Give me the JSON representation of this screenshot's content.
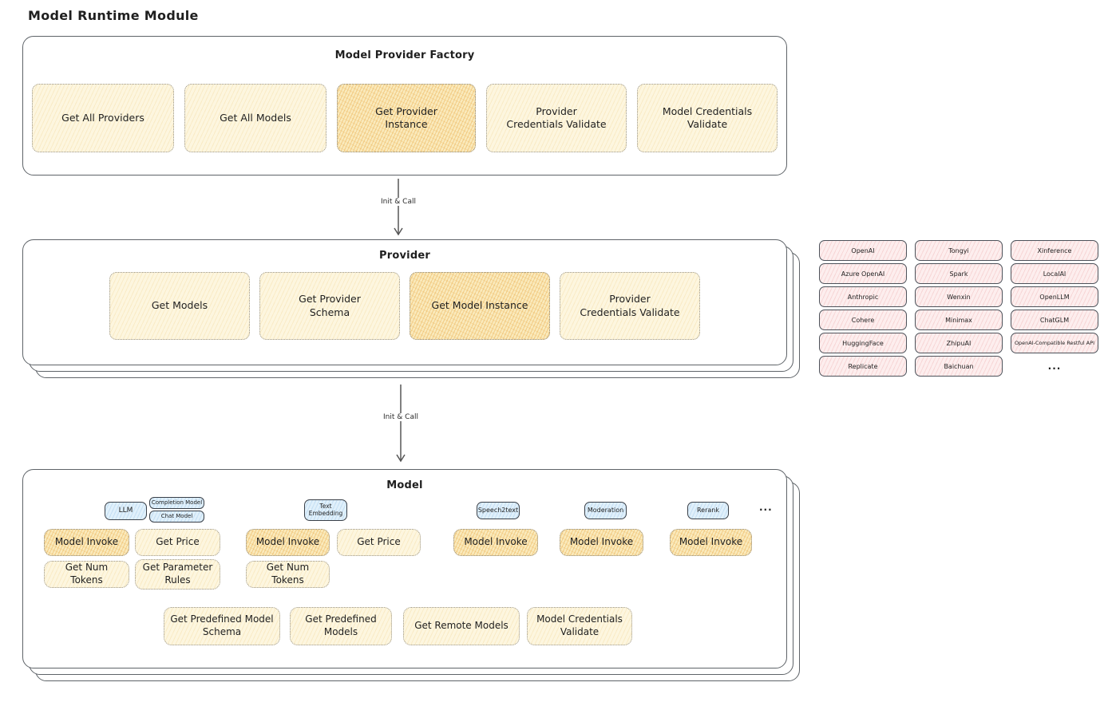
{
  "page_title": "Model Runtime Module",
  "colors": {
    "yellow_fill": "#fdf6df",
    "yellow_highlight": "#faeabc",
    "pink_fill": "#fdeeee",
    "blue_fill": "#e0f0fb",
    "panel_border": "#5e6368",
    "text": "#1f1f1f"
  },
  "factory": {
    "title": "Model Provider Factory",
    "buttons": [
      {
        "label": "Get All Providers",
        "highlighted": false
      },
      {
        "label": "Get All Models",
        "highlighted": false
      },
      {
        "label": "Get Provider Instance",
        "highlighted": true
      },
      {
        "label": "Provider Credentials Validate",
        "highlighted": false
      },
      {
        "label": "Model Credentials Validate",
        "highlighted": false
      }
    ]
  },
  "arrows": {
    "factory_to_provider": "Init & Call",
    "provider_to_model": "Init & Call"
  },
  "provider": {
    "title": "Provider",
    "buttons": [
      {
        "label": "Get Models",
        "highlighted": false
      },
      {
        "label": "Get Provider Schema",
        "highlighted": false
      },
      {
        "label": "Get Model Instance",
        "highlighted": true
      },
      {
        "label": "Provider Credentials Validate",
        "highlighted": false
      }
    ]
  },
  "provider_grid": {
    "items": [
      "OpenAI",
      "Tongyi",
      "Xinference",
      "Azure OpenAI",
      "Spark",
      "LocalAI",
      "Anthropic",
      "Wenxin",
      "OpenLLM",
      "Cohere",
      "Minimax",
      "ChatGLM",
      "HuggingFace",
      "ZhipuAI",
      "OpenAI-Compatible Restful API",
      "Replicate",
      "Baichuan"
    ],
    "more": "..."
  },
  "model": {
    "title": "Model",
    "tabs": {
      "llm": "LLM",
      "completion": "Completion Model",
      "chat": "Chat Model",
      "text_embedding": "Text Embedding",
      "speech2text": "Speech2text",
      "moderation": "Moderation",
      "rerank": "Rerank",
      "more": "..."
    },
    "buttons": {
      "llm_invoke": "Model Invoke",
      "llm_get_price": "Get Price",
      "llm_get_num_tokens": "Get Num Tokens",
      "llm_get_parameter_rules": "Get Parameter Rules",
      "te_invoke": "Model Invoke",
      "te_get_price": "Get Price",
      "te_get_num_tokens": "Get Num Tokens",
      "s2t_invoke": "Model Invoke",
      "moderation_invoke": "Model Invoke",
      "rerank_invoke": "Model Invoke",
      "get_predefined_model_schema": "Get Predefined Model Schema",
      "get_predefined_models": "Get Predefined Models",
      "get_remote_models": "Get Remote Models",
      "model_credentials_validate": "Model Credentials Validate"
    }
  }
}
